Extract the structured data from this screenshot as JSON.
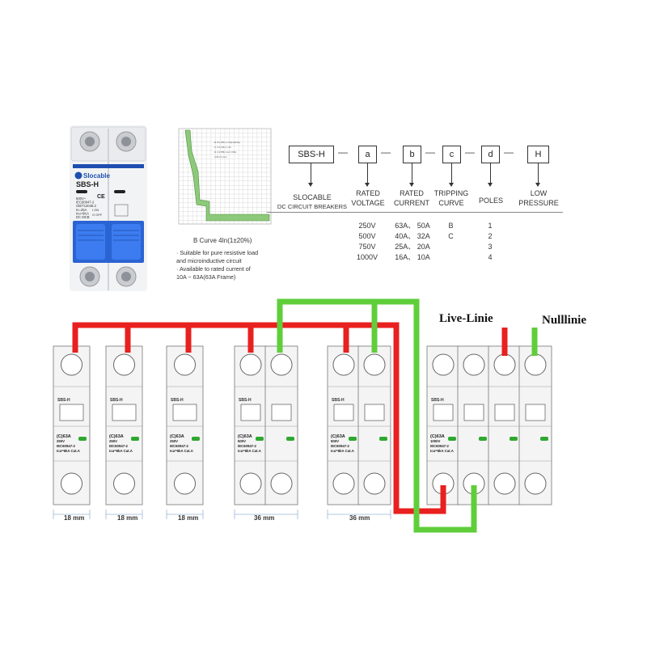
{
  "product": {
    "brand": "Slocable",
    "model": "SBS-H",
    "spec_lines": [
      "500V~",
      "IEC60947-2",
      "GB/T14048.2",
      "In=25A",
      "Icu=6KA",
      "DC MCB"
    ],
    "switch_on": "I ON",
    "switch_off": "O OFF",
    "ce_mark": "CE"
  },
  "curve": {
    "caption": "B Curve  4In(1±20%)",
    "notes": [
      "· Suitable for pure resistive load",
      "  and microinductive circuit",
      "· Available to rated current of",
      "  10A ~ 63A(63A Frame)"
    ],
    "fill_color": "#8dc97b"
  },
  "ordering_code": {
    "codes": [
      "SBS-H",
      "a",
      "b",
      "c",
      "d",
      "H"
    ],
    "separator": "—",
    "headers": [
      {
        "line1": "SLOCABLE",
        "line2": "DC CIRCUIT BREAKERS"
      },
      {
        "line1": "RATED",
        "line2": "VOLTAGE"
      },
      {
        "line1": "RATED",
        "line2": "CURRENT"
      },
      {
        "line1": "TRIPPING",
        "line2": "CURVE"
      },
      {
        "line1": "POLES",
        "line2": ""
      },
      {
        "line1": "LOW",
        "line2": "PRESSURE"
      }
    ],
    "voltages": [
      "250V",
      "500V",
      "750V",
      "1000V"
    ],
    "currents": [
      "63A、 50A",
      "40A、 32A",
      "25A、 20A",
      "16A、 10A"
    ],
    "curves": [
      "B",
      "C"
    ],
    "poles": [
      "1",
      "2",
      "3",
      "4"
    ]
  },
  "wiring": {
    "live_label": "Live-Linie",
    "null_label": "Nulllinie",
    "live_color": "#e8201f",
    "null_color": "#5fce3a",
    "module_label": "SBS-H",
    "breakers": [
      {
        "rating": "(C)63A",
        "voltage": "250V",
        "std": "IEC60947-2",
        "icu": "Icu=6kA  Cat.A"
      },
      {
        "rating": "(C)63A",
        "voltage": "250V",
        "std": "IEC60947-2",
        "icu": "Icu=6kA  Cat.A"
      },
      {
        "rating": "(C)63A",
        "voltage": "250V",
        "std": "IEC60947-2",
        "icu": "Icu=6kA  Cat.A"
      },
      {
        "rating": "(C)63A",
        "voltage": "500V",
        "std": "IEC60947-2",
        "icu": "Icu=6kA  Cat.A"
      },
      {
        "rating": "(C)63A",
        "voltage": "500V",
        "std": "IEC60947-2",
        "icu": "Icu=6kA  Cat.A"
      },
      {
        "rating": "(C)63A",
        "voltage": "1000V",
        "std": "IEC60947-2",
        "icu": "Icu=6kA  Cat.A"
      }
    ],
    "widths": [
      "18 mm",
      "18 mm",
      "18 mm",
      "36 mm",
      "36 mm"
    ]
  }
}
